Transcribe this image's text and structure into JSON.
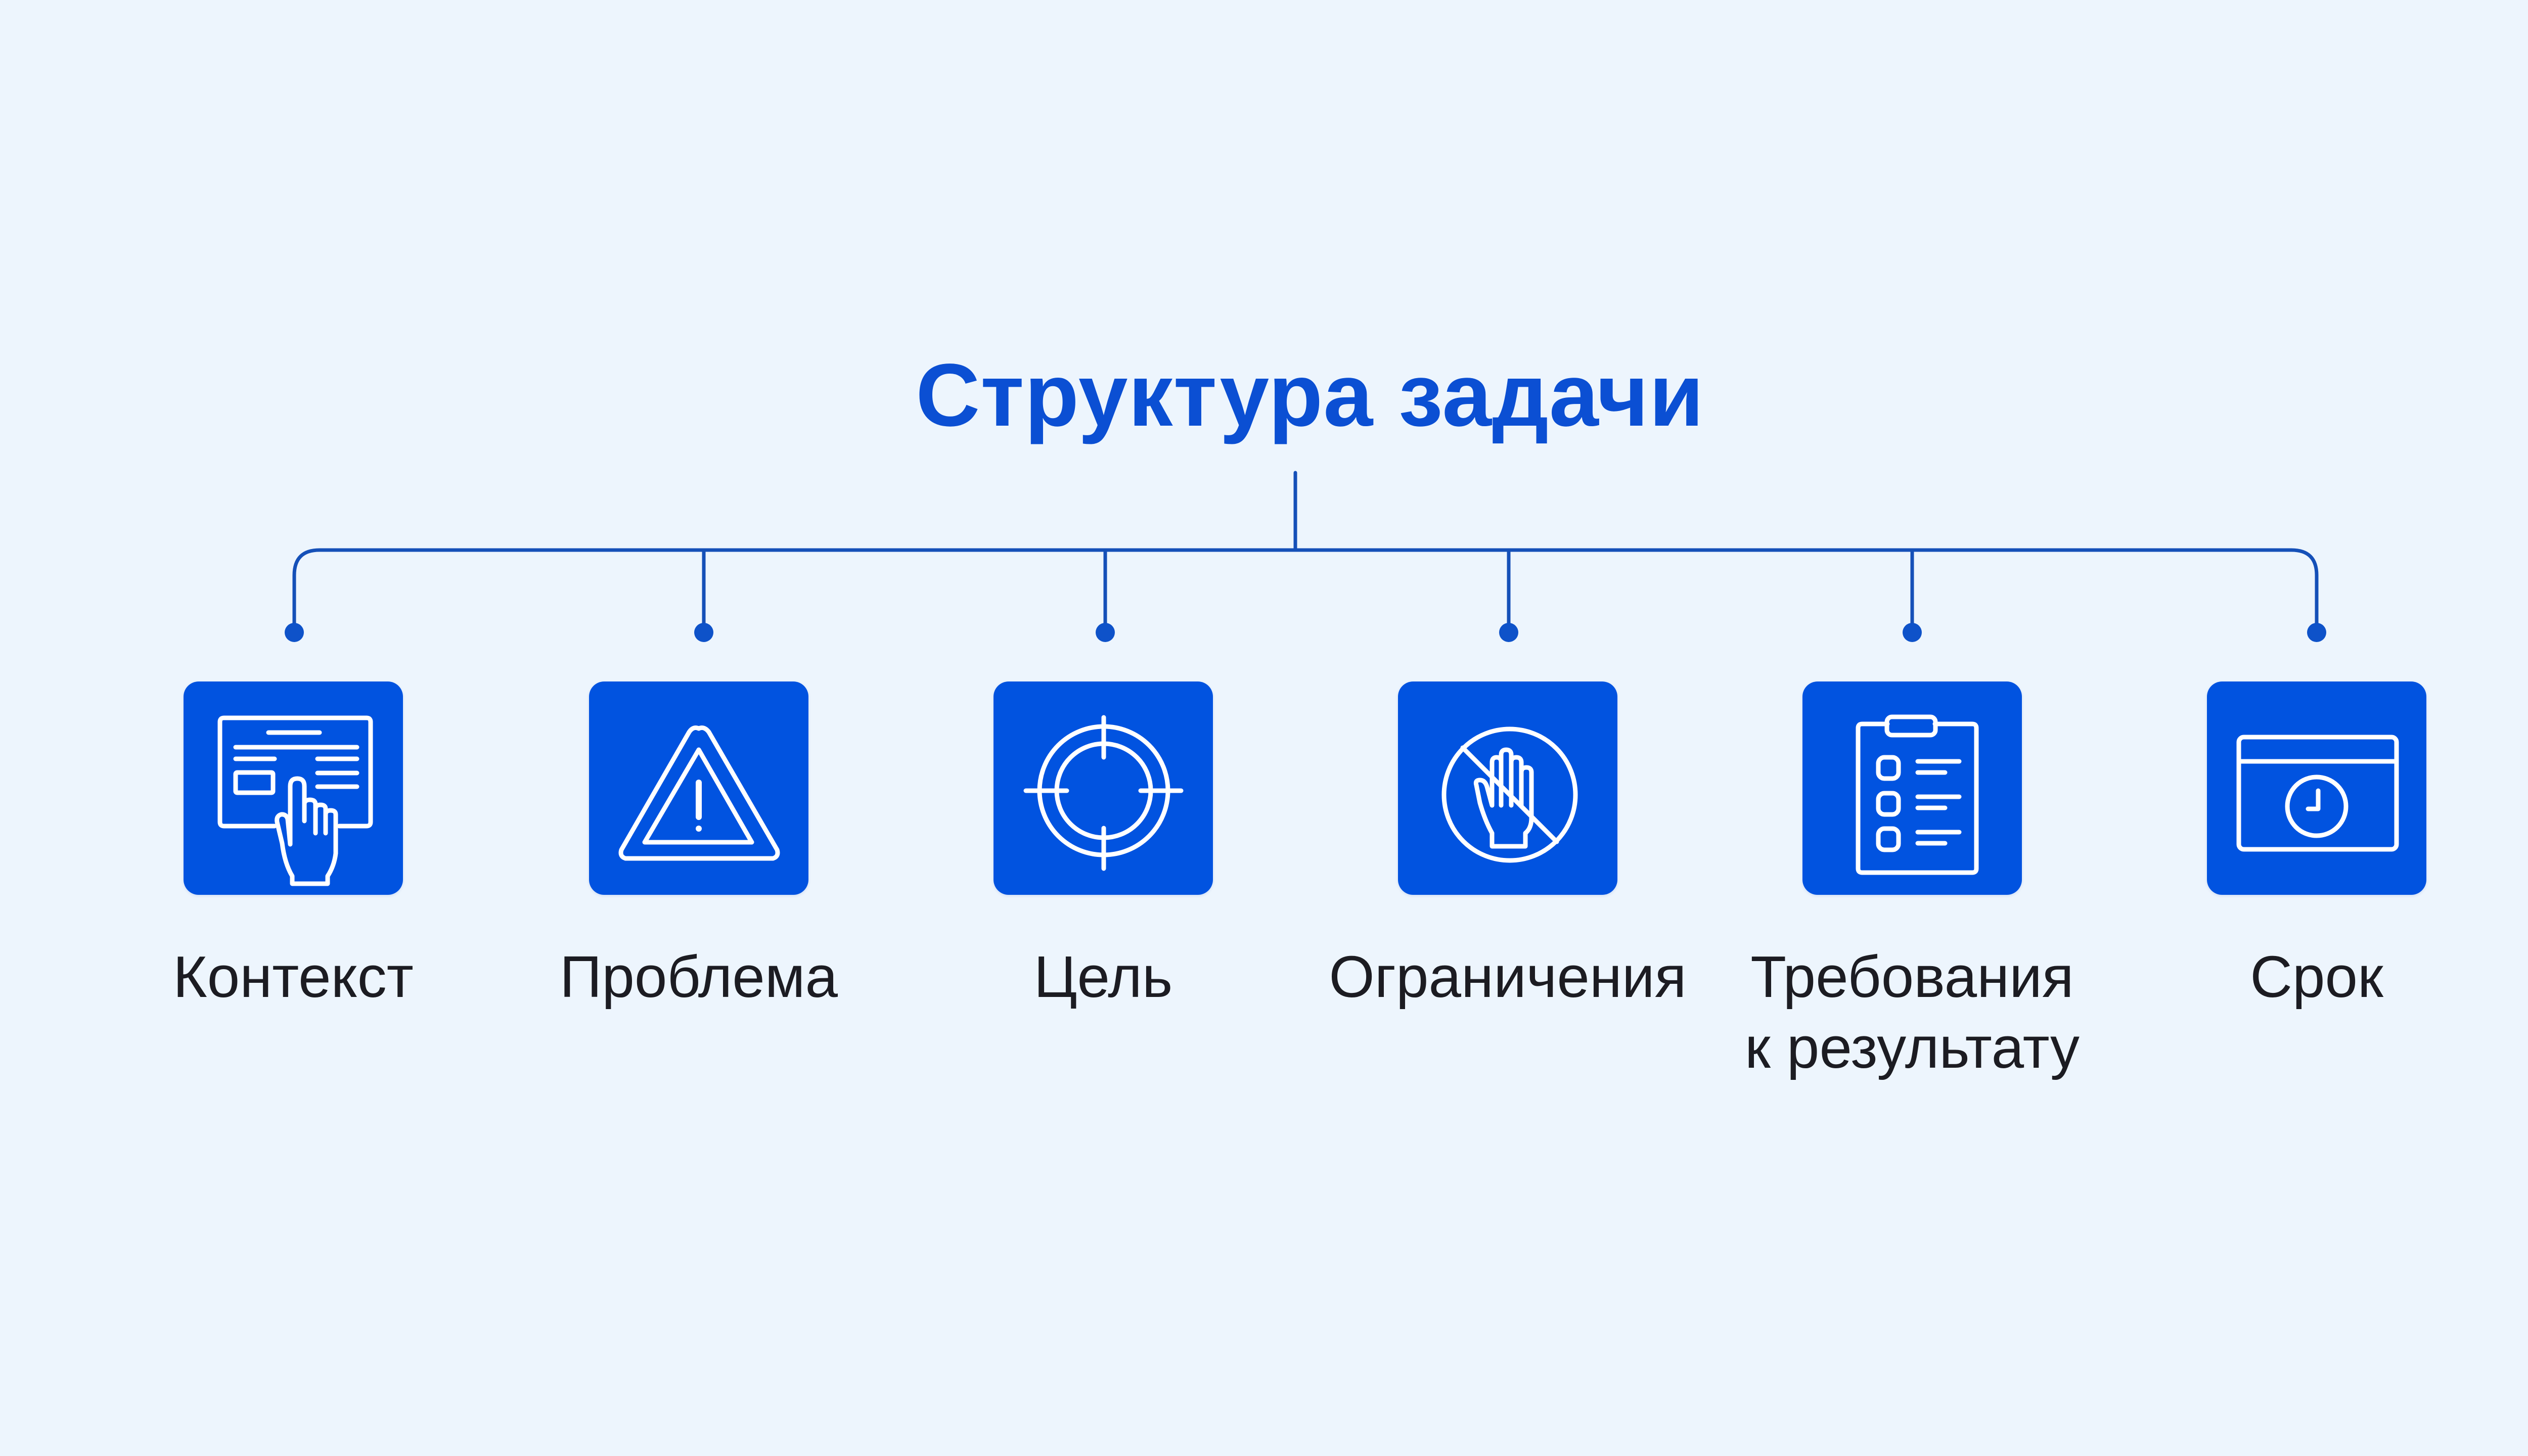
{
  "diagram": {
    "title": "Структура задачи",
    "colors": {
      "background": "#EDF5FD",
      "title": "#0B4FD3",
      "connector": "#1550B8",
      "icon_box": "#0153E0",
      "icon_stroke": "#FFFFFF",
      "label": "#1C1C22"
    },
    "nodes": [
      {
        "label_line1": "Контекст",
        "label_line2": "",
        "icon": "screen-with-pointing-hand-icon"
      },
      {
        "label_line1": "Проблема",
        "label_line2": "",
        "icon": "warning-triangle-icon"
      },
      {
        "label_line1": "Цель",
        "label_line2": "",
        "icon": "target-crosshair-icon"
      },
      {
        "label_line1": "Ограничения",
        "label_line2": "",
        "icon": "stop-hand-prohibited-icon"
      },
      {
        "label_line1": "Требования",
        "label_line2": "к результату",
        "icon": "clipboard-checklist-icon"
      },
      {
        "label_line1": "Срок",
        "label_line2": "",
        "icon": "calendar-clock-icon"
      }
    ]
  }
}
